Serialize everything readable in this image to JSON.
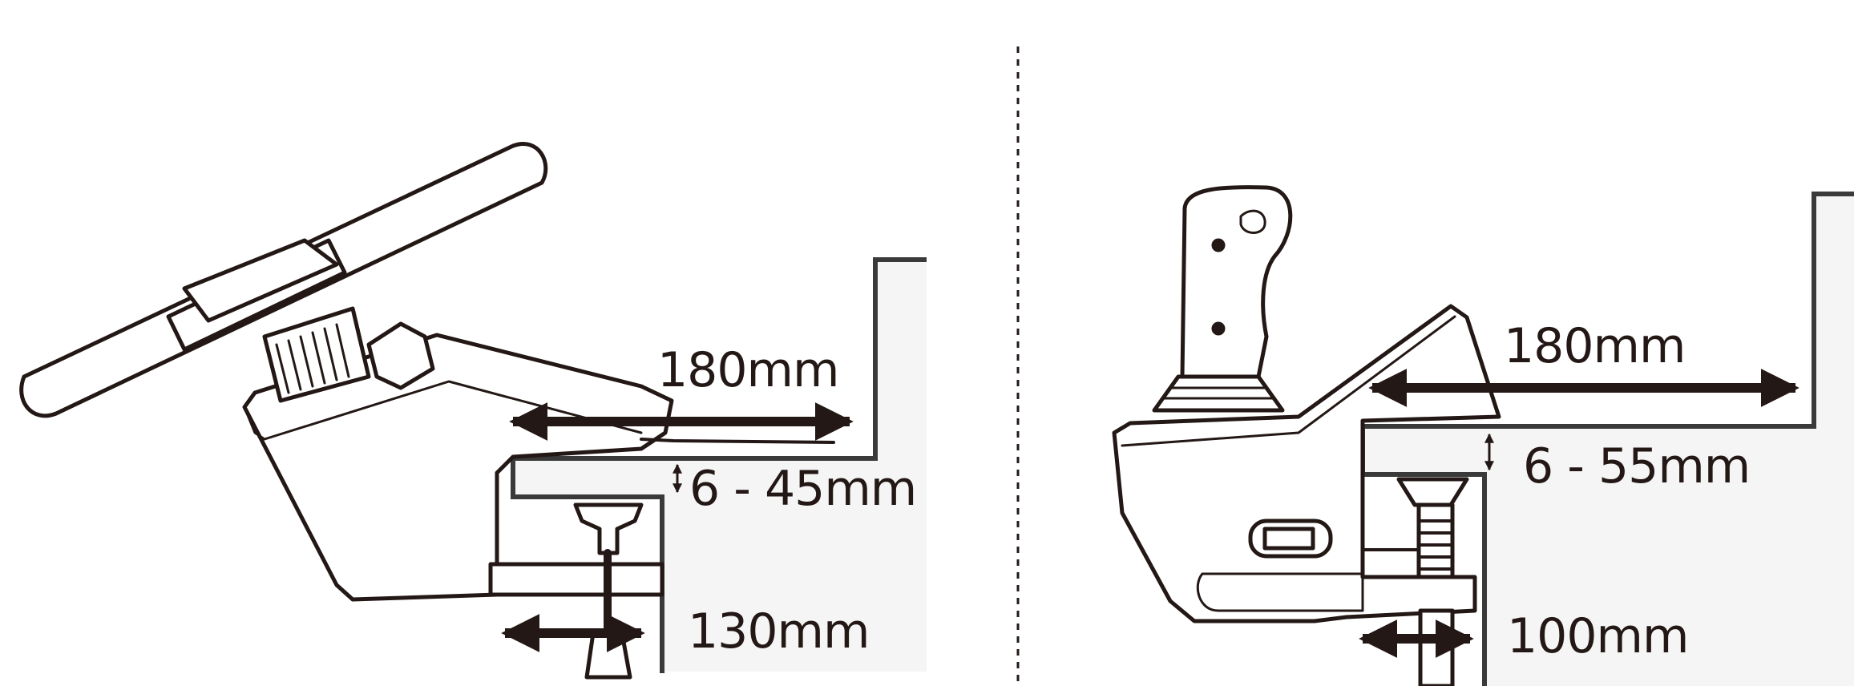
{
  "panels": [
    {
      "device": "steering-wheel-clamp",
      "labels": {
        "depth": "180mm",
        "thickness": "6 - 45mm",
        "clamp_depth": "130mm"
      }
    },
    {
      "device": "joystick-clamp",
      "labels": {
        "depth": "180mm",
        "thickness": "6 - 55mm",
        "clamp_depth": "100mm"
      }
    }
  ],
  "colors": {
    "ink": "#231815",
    "desk_fill": "#f5f5f5",
    "panel_fill": "#f7f7f7",
    "background": "#ffffff"
  }
}
